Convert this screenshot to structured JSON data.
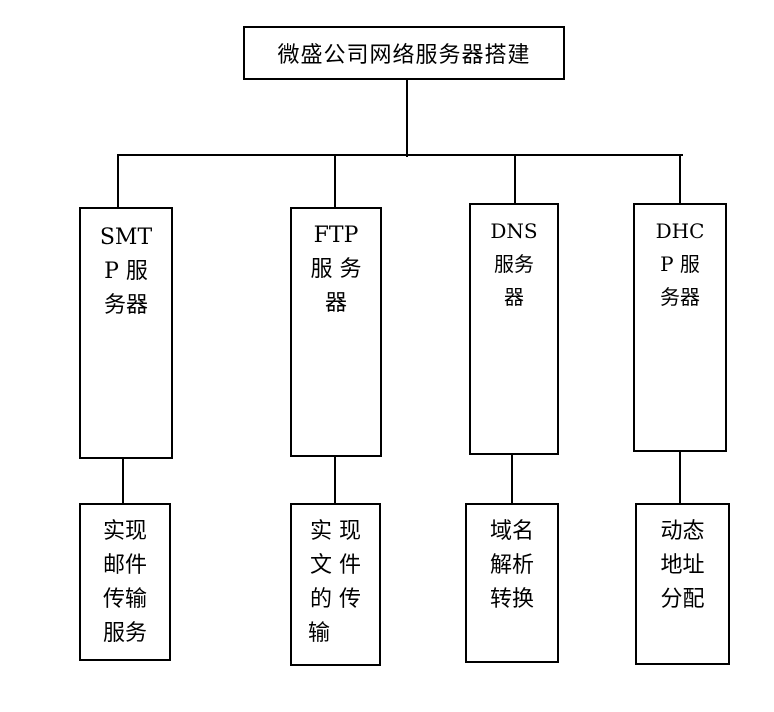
{
  "root": {
    "title": "微盛公司网络服务器搭建"
  },
  "servers": [
    {
      "lines": [
        "SMT",
        "P 服",
        "务器"
      ],
      "desc_lines": [
        "实现",
        "邮件",
        "传输",
        "服务"
      ]
    },
    {
      "lines": [
        "FTP",
        "服 务",
        "器"
      ],
      "desc_lines": [
        "实 现",
        "文 件",
        "的 传",
        "输"
      ]
    },
    {
      "lines": [
        "DNS",
        "服务",
        "器"
      ],
      "desc_lines": [
        "域名",
        "解析",
        "转换"
      ]
    },
    {
      "lines": [
        "DHC",
        "P 服",
        "务器"
      ],
      "desc_lines": [
        "动态",
        "地址",
        "分配"
      ]
    }
  ]
}
